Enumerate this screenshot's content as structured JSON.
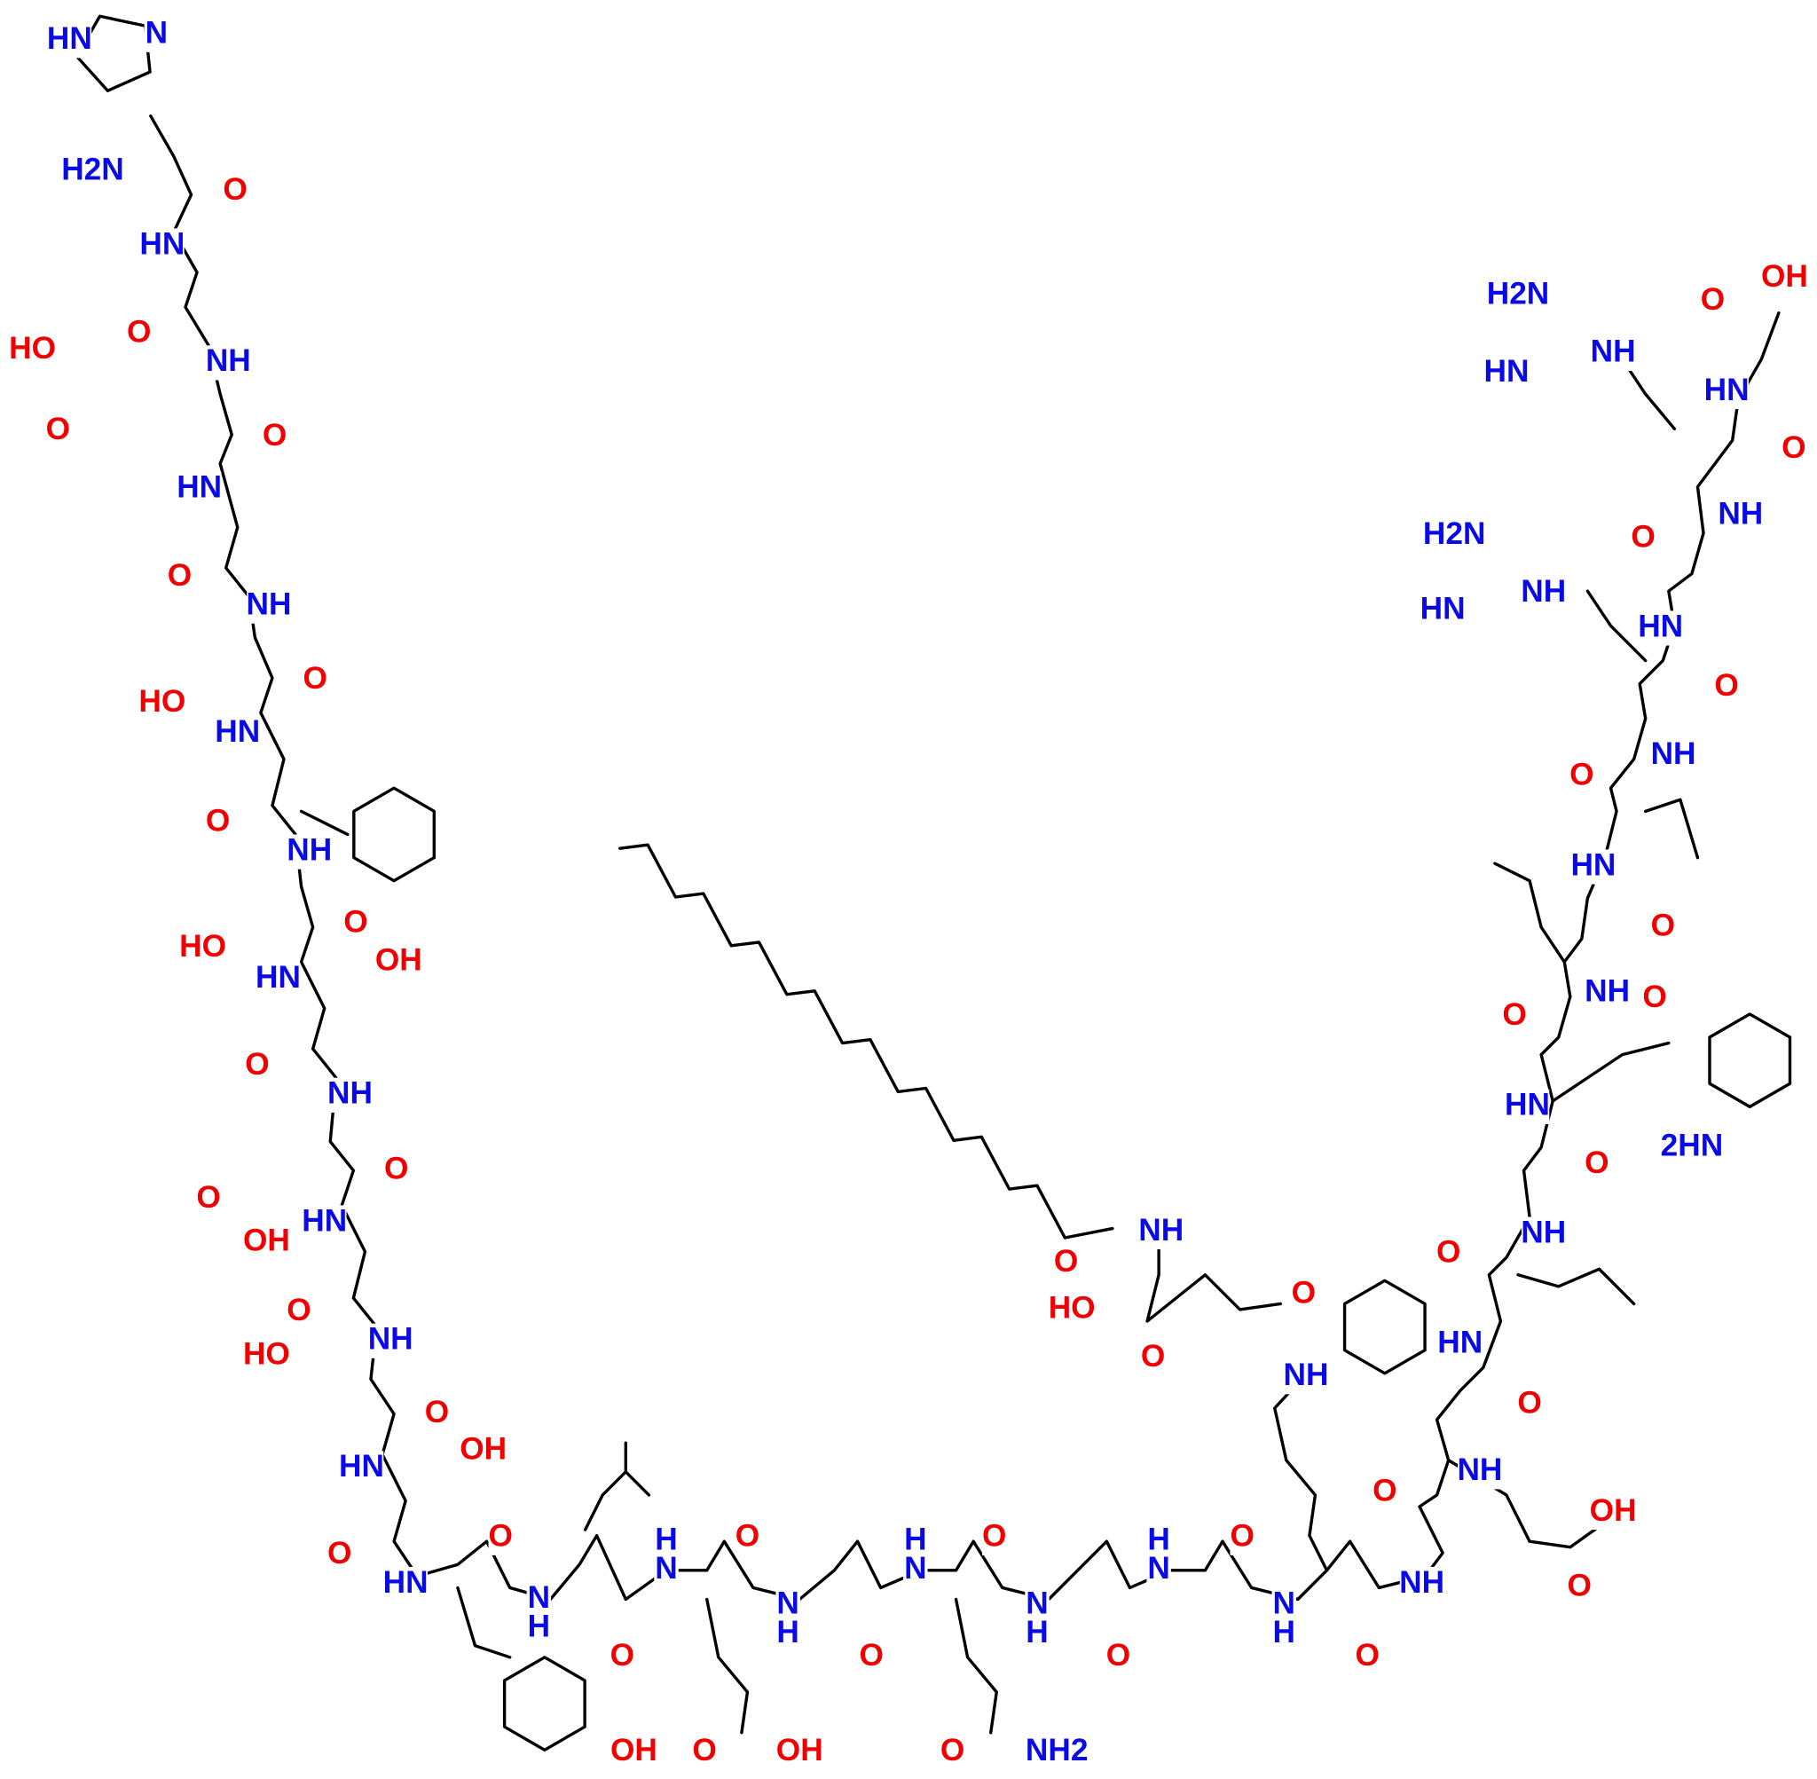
{
  "title": "Peptide structure with palmitoyl-glutamyl lysine side chain",
  "colors": {
    "nitrogen": "#0a0ae6",
    "oxygen": "#f00000",
    "carbon": "#000000"
  },
  "atoms": [
    {
      "t": "HN",
      "e": "N"
    },
    {
      "t": "N",
      "e": "N"
    },
    {
      "t": "H2N",
      "e": "N"
    },
    {
      "t": "O",
      "e": "O"
    },
    {
      "t": "HN",
      "e": "N"
    },
    {
      "t": "O",
      "e": "O"
    },
    {
      "t": "NH",
      "e": "N"
    },
    {
      "t": "HO",
      "e": "O"
    },
    {
      "t": "O",
      "e": "O"
    },
    {
      "t": "O",
      "e": "O"
    },
    {
      "t": "HN",
      "e": "N"
    },
    {
      "t": "O",
      "e": "O"
    },
    {
      "t": "NH",
      "e": "N"
    },
    {
      "t": "HO",
      "e": "O"
    },
    {
      "t": "O",
      "e": "O"
    },
    {
      "t": "HN",
      "e": "N"
    },
    {
      "t": "O",
      "e": "O"
    },
    {
      "t": "NH",
      "e": "N"
    },
    {
      "t": "HO",
      "e": "O"
    },
    {
      "t": "O",
      "e": "O"
    },
    {
      "t": "HN",
      "e": "N"
    },
    {
      "t": "OH",
      "e": "O"
    },
    {
      "t": "O",
      "e": "O"
    },
    {
      "t": "NH",
      "e": "N"
    },
    {
      "t": "O",
      "e": "O"
    },
    {
      "t": "OH",
      "e": "O"
    },
    {
      "t": "O",
      "e": "O"
    },
    {
      "t": "HN",
      "e": "N"
    },
    {
      "t": "O",
      "e": "O"
    },
    {
      "t": "NH",
      "e": "N"
    },
    {
      "t": "HO",
      "e": "O"
    },
    {
      "t": "O",
      "e": "O"
    },
    {
      "t": "HN",
      "e": "N"
    },
    {
      "t": "OH",
      "e": "O"
    },
    {
      "t": "O",
      "e": "O"
    },
    {
      "t": "HN",
      "e": "N"
    },
    {
      "t": "O",
      "e": "O"
    },
    {
      "t": "N",
      "e": "N"
    },
    {
      "t": "H",
      "e": "N"
    },
    {
      "t": "O",
      "e": "O"
    },
    {
      "t": "H",
      "e": "N"
    },
    {
      "t": "N",
      "e": "N"
    },
    {
      "t": "O",
      "e": "O"
    },
    {
      "t": "N",
      "e": "N"
    },
    {
      "t": "H",
      "e": "N"
    },
    {
      "t": "O",
      "e": "O"
    },
    {
      "t": "H",
      "e": "N"
    },
    {
      "t": "N",
      "e": "N"
    },
    {
      "t": "O",
      "e": "O"
    },
    {
      "t": "N",
      "e": "N"
    },
    {
      "t": "H",
      "e": "N"
    },
    {
      "t": "O",
      "e": "O"
    },
    {
      "t": "H",
      "e": "N"
    },
    {
      "t": "N",
      "e": "N"
    },
    {
      "t": "O",
      "e": "O"
    },
    {
      "t": "N",
      "e": "N"
    },
    {
      "t": "H",
      "e": "N"
    },
    {
      "t": "O",
      "e": "O"
    },
    {
      "t": "NH",
      "e": "N"
    },
    {
      "t": "O",
      "e": "O"
    },
    {
      "t": "NH",
      "e": "N"
    },
    {
      "t": "O",
      "e": "O"
    },
    {
      "t": "HN",
      "e": "N"
    },
    {
      "t": "O",
      "e": "O"
    },
    {
      "t": "NH",
      "e": "N"
    },
    {
      "t": "O",
      "e": "O"
    },
    {
      "t": "HN",
      "e": "N"
    },
    {
      "t": "O",
      "e": "O"
    },
    {
      "t": "NH",
      "e": "N"
    },
    {
      "t": "O",
      "e": "O"
    },
    {
      "t": "2HN",
      "e": "N"
    },
    {
      "t": "O",
      "e": "O"
    },
    {
      "t": "HN",
      "e": "N"
    },
    {
      "t": "O",
      "e": "O"
    },
    {
      "t": "NH",
      "e": "N"
    },
    {
      "t": "O",
      "e": "O"
    },
    {
      "t": "HN",
      "e": "N"
    },
    {
      "t": "H2N",
      "e": "N"
    },
    {
      "t": "HN",
      "e": "N"
    },
    {
      "t": "NH",
      "e": "N"
    },
    {
      "t": "O",
      "e": "O"
    },
    {
      "t": "NH",
      "e": "N"
    },
    {
      "t": "O",
      "e": "O"
    },
    {
      "t": "HN",
      "e": "N"
    },
    {
      "t": "H2N",
      "e": "N"
    },
    {
      "t": "HN",
      "e": "N"
    },
    {
      "t": "NH",
      "e": "N"
    },
    {
      "t": "O",
      "e": "O"
    },
    {
      "t": "OH",
      "e": "O"
    },
    {
      "t": "OH",
      "e": "O"
    },
    {
      "t": "O",
      "e": "O"
    },
    {
      "t": "OH",
      "e": "O"
    },
    {
      "t": "O",
      "e": "O"
    },
    {
      "t": "NH2",
      "e": "N"
    },
    {
      "t": "O",
      "e": "O"
    },
    {
      "t": "NH",
      "e": "N"
    },
    {
      "t": "HO",
      "e": "O"
    },
    {
      "t": "O",
      "e": "O"
    },
    {
      "t": "O",
      "e": "O"
    },
    {
      "t": "NH",
      "e": "N"
    },
    {
      "t": "OH",
      "e": "O"
    },
    {
      "t": "O",
      "e": "O"
    }
  ]
}
